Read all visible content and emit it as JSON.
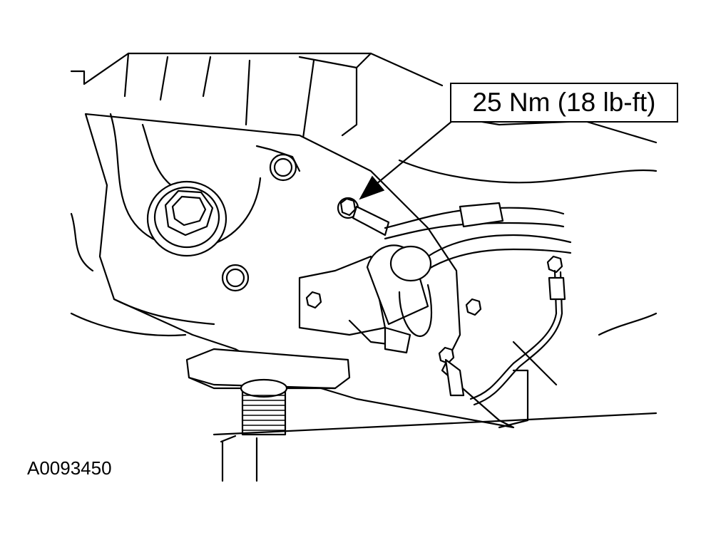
{
  "callout": {
    "torque_label": "25 Nm (18 lb-ft)"
  },
  "figure": {
    "id_label": "A0093450"
  },
  "parts": {
    "depicted": [
      "engine-mount-bracket",
      "mount-nut",
      "torque-bolt",
      "ground-strap",
      "solenoid",
      "cable-harness",
      "wire-terminals",
      "threaded-stud"
    ]
  }
}
